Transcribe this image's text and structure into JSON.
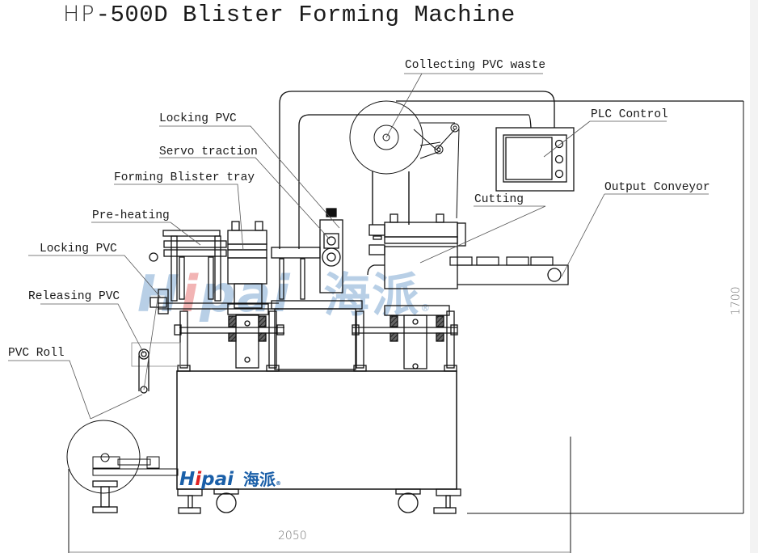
{
  "title": {
    "prefix": "HP",
    "text": "-500D Blister Forming Machine"
  },
  "callouts": [
    {
      "id": "collecting-pvc-waste",
      "text": "Collecting PVC waste"
    },
    {
      "id": "plc-control",
      "text": "PLC Control"
    },
    {
      "id": "locking-pvc-top",
      "text": "Locking PVC"
    },
    {
      "id": "servo-traction",
      "text": "Servo traction"
    },
    {
      "id": "forming-blister-tray",
      "text": "Forming Blister tray"
    },
    {
      "id": "cutting",
      "text": "Cutting"
    },
    {
      "id": "output-conveyor",
      "text": "Output Conveyor"
    },
    {
      "id": "pre-heating",
      "text": "Pre-heating"
    },
    {
      "id": "locking-pvc-left",
      "text": "Locking PVC"
    },
    {
      "id": "releasing-pvc",
      "text": "Releasing PVC"
    },
    {
      "id": "pvc-roll",
      "text": "PVC Roll"
    }
  ],
  "dimensions": {
    "width": "2050",
    "height": "1700"
  },
  "watermark": {
    "brand": "Hipai",
    "brand_cn": "海派",
    "registered": "®",
    "color_blue": "#1a5fa8",
    "color_red": "#e02020",
    "color_wm_blue": "#b8cfe6",
    "color_wm_red": "#f2b4b4"
  }
}
